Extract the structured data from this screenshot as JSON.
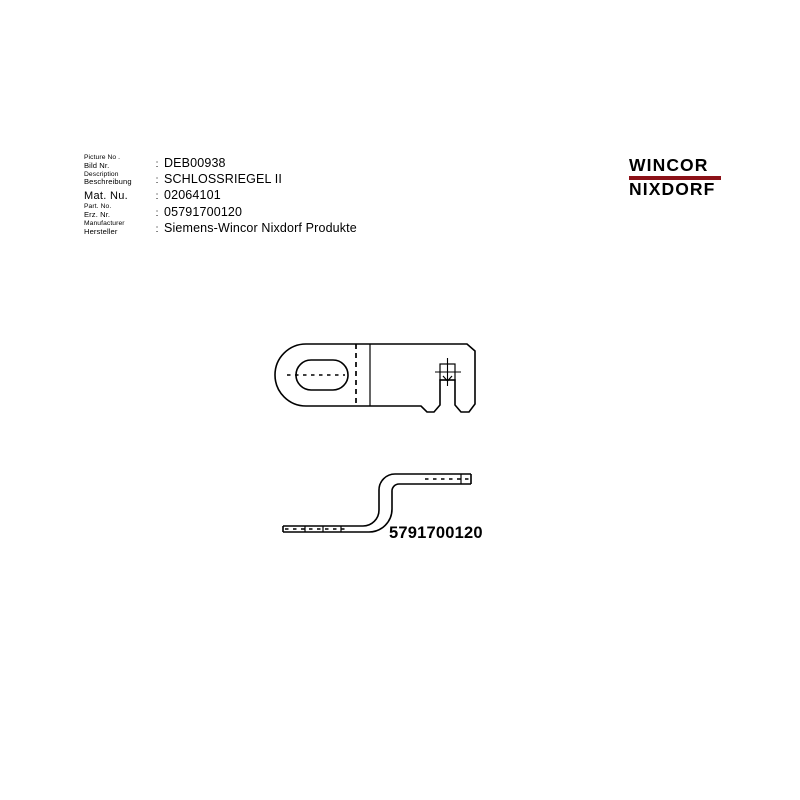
{
  "document": {
    "type": "spare-part-drawing-sheet",
    "background_color": "#FFFFFF",
    "line_color": "#000000"
  },
  "spec": {
    "rows": [
      {
        "label_en": "Picture No .",
        "label_de": "Bild Nr.",
        "separator": ":",
        "value": "DEB00938"
      },
      {
        "label_en": "Description",
        "label_de": "Beschreibung",
        "separator": ":",
        "value": "SCHLOSSRIEGEL II"
      },
      {
        "label_en": "",
        "label_de": "Mat. Nu.",
        "separator": ":",
        "value": "02064101"
      },
      {
        "label_en": "Part. No.",
        "label_de": "Erz. Nr.",
        "separator": ":",
        "value": "05791700120"
      },
      {
        "label_en": "Manufacturer",
        "label_de": "Hersteller",
        "separator": ":",
        "value": "Siemens-Wincor Nixdorf Produkte"
      }
    ]
  },
  "logo": {
    "line1": "WINCOR",
    "line2": "NIXDORF",
    "bar_color": "#8C1117"
  },
  "drawings": {
    "top_view": {
      "name": "top-view-latch-bolt",
      "description": "Flat plate with obround slot at left end, bend centerline, and small notched tab at right"
    },
    "side_view": {
      "name": "side-view-latch-bolt",
      "description": "Z-shaped offset bent bracket profile"
    },
    "stamped_part_number": "5791700120"
  }
}
